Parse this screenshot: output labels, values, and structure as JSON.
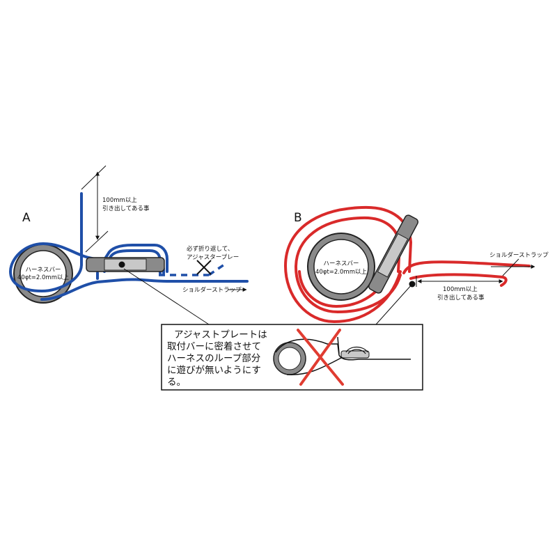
{
  "diagram_a": {
    "label": "A",
    "bar_line1": "ハーネスバー",
    "bar_line2": "40φt=2.0mm以上",
    "pull_line1": "100mm以上",
    "pull_line2": "引き出してある事",
    "fold_line1": "必ず折り返して、",
    "fold_line2": "アジャスタープレー",
    "strap_label": "ショルダーストラップ"
  },
  "diagram_b": {
    "label": "B",
    "bar_line1": "ハーネスバー",
    "bar_line2": "40φt=2.0mm以上",
    "strap_label": "ショルダーストラップ",
    "pull_line1": "100mm以上",
    "pull_line2": "引き出してある事"
  },
  "callout": {
    "lines": [
      "アジャストプレートは",
      "取付バーに密着させて",
      "ハーネスのループ部分",
      "に遊びが無いようにす",
      "る。"
    ]
  },
  "colors": {
    "a_strap": "#1f4fa8",
    "b_strap": "#d92a2a",
    "bar": "#8a8a8a",
    "x_mark": "#e03c31"
  }
}
